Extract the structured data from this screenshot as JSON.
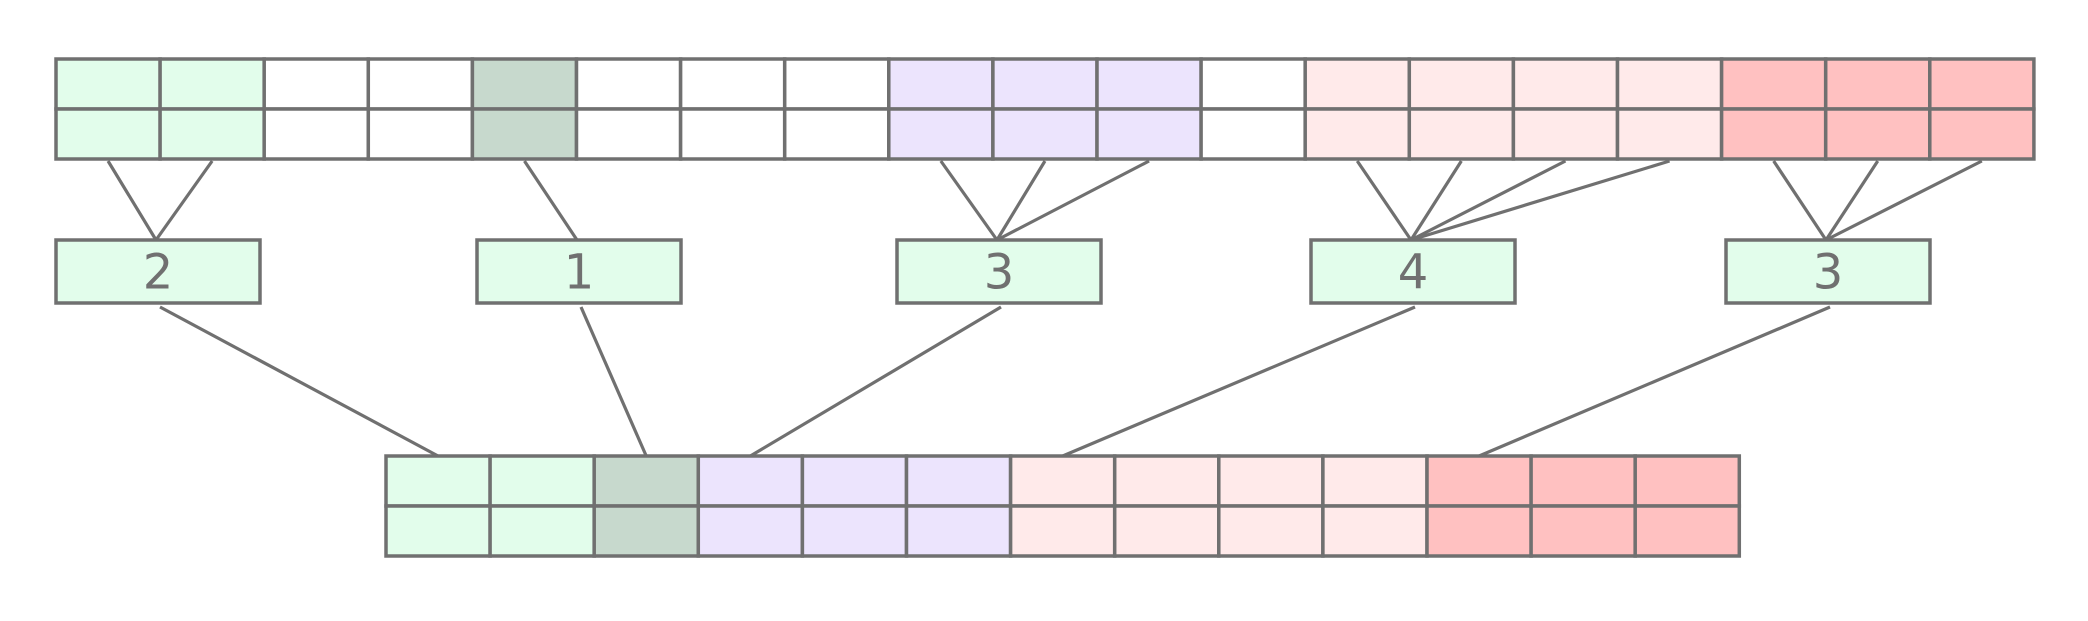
{
  "colors": {
    "stroke": "#707070",
    "empty": "#ffffff",
    "group_a": "#e2fdeb",
    "group_b": "#c7d9cd",
    "group_c": "#ece4fd",
    "group_d": "#ffeaea",
    "group_e": "#ffc1c1",
    "count_box": "#e2fdeb",
    "label": "#707070"
  },
  "top_row": {
    "rows": 2,
    "columns": [
      "group_a",
      "group_a",
      "empty",
      "empty",
      "group_b",
      "empty",
      "empty",
      "empty",
      "group_c",
      "group_c",
      "group_c",
      "empty",
      "group_d",
      "group_d",
      "group_d",
      "group_d",
      "group_e",
      "group_e",
      "group_e"
    ]
  },
  "counts": [
    {
      "label": "2",
      "sources": [
        0,
        1
      ]
    },
    {
      "label": "1",
      "sources": [
        4
      ]
    },
    {
      "label": "3",
      "sources": [
        8,
        9,
        10
      ]
    },
    {
      "label": "4",
      "sources": [
        12,
        13,
        14,
        15
      ]
    },
    {
      "label": "3",
      "sources": [
        16,
        17,
        18
      ]
    }
  ],
  "bottom_row": {
    "rows": 2,
    "columns": [
      "group_a",
      "group_a",
      "group_b",
      "group_c",
      "group_c",
      "group_c",
      "group_d",
      "group_d",
      "group_d",
      "group_d",
      "group_e",
      "group_e",
      "group_e"
    ],
    "group_start_index": [
      0,
      2,
      3,
      6,
      10
    ]
  }
}
